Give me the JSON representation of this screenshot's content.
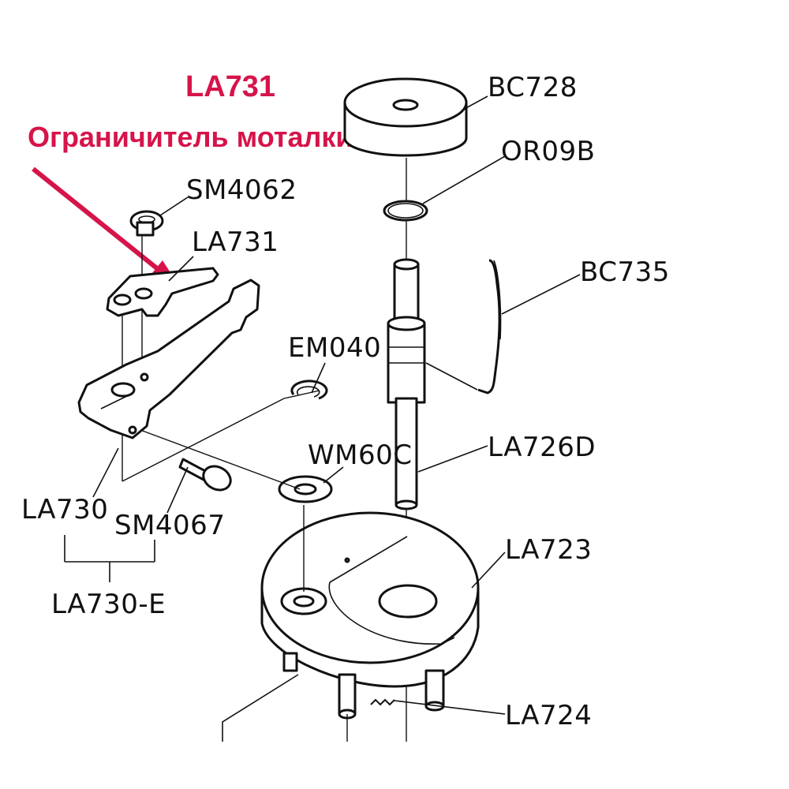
{
  "callout": {
    "title": "LA731",
    "subtitle": "Ограничитель моталки",
    "accent_color": "#d6144a"
  },
  "parts": {
    "bc728": "BC728",
    "or09b": "OR09B",
    "sm4062": "SM4062",
    "la731": "LA731",
    "bc735": "BC735",
    "em040": "EM040",
    "wm60c": "WM60C",
    "la726d": "LA726D",
    "la730": "LA730",
    "sm4067": "SM4067",
    "la730e": "LA730-E",
    "la723": "LA723",
    "la724": "LA724"
  }
}
